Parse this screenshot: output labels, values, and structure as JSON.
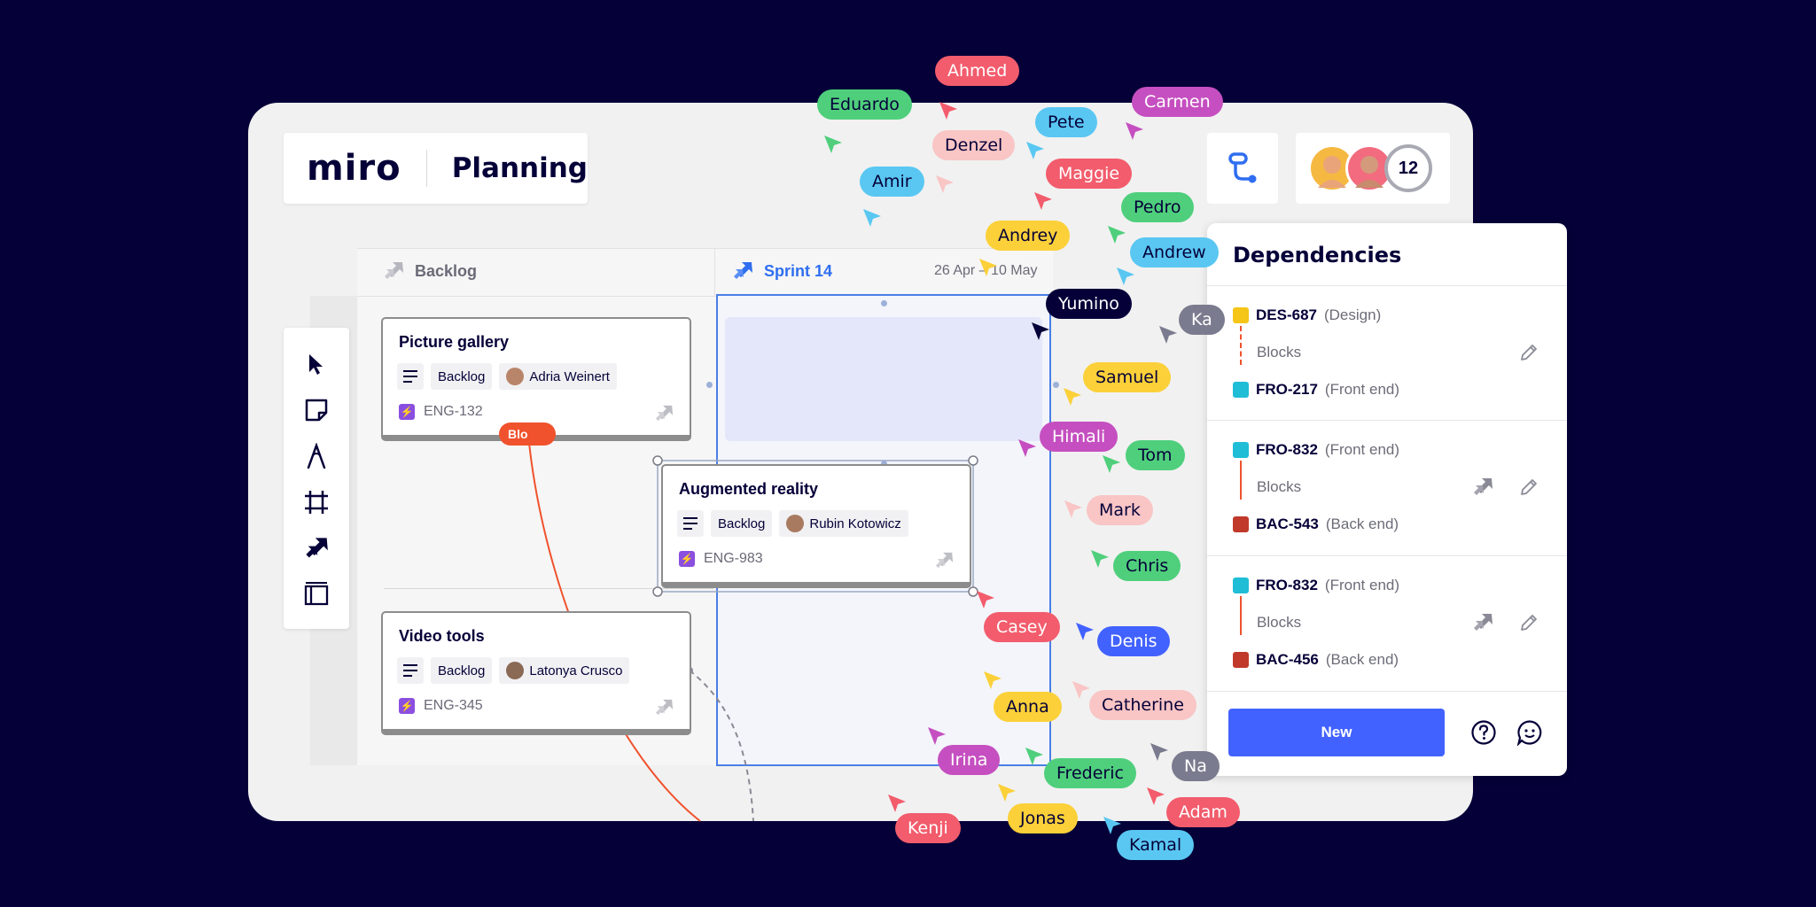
{
  "app": {
    "logo": "miro",
    "board_title": "Planning"
  },
  "columns": {
    "backlog": {
      "label": "Backlog"
    },
    "sprint": {
      "label": "Sprint 14",
      "dates": "26 Apr – 10 May"
    }
  },
  "cards": [
    {
      "title": "Picture gallery",
      "status": "Backlog",
      "assignee": "Adria Weinert",
      "key": "ENG-132"
    },
    {
      "title": "Augmented reality",
      "status": "Backlog",
      "assignee": "Rubin Kotowicz",
      "key": "ENG-983"
    },
    {
      "title": "Video tools",
      "status": "Backlog",
      "assignee": "Latonya Crusco",
      "key": "ENG-345"
    }
  ],
  "blocked_tag": "Blo",
  "collaborators": {
    "count": "12"
  },
  "dependencies": {
    "title": "Dependencies",
    "groups": [
      {
        "from_key": "DES-687",
        "from_team": "(Design)",
        "relation": "Blocks",
        "to_key": "FRO-217",
        "to_team": "(Front end)"
      },
      {
        "from_key": "FRO-832",
        "from_team": "(Front end)",
        "relation": "Blocks",
        "to_key": "BAC-543",
        "to_team": "(Back end)"
      },
      {
        "from_key": "FRO-832",
        "from_team": "(Front end)",
        "relation": "Blocks",
        "to_key": "BAC-456",
        "to_team": "(Back end)"
      }
    ],
    "new_button": "New"
  },
  "cursors": [
    {
      "name": "Ahmed",
      "color": "#f25c6c"
    },
    {
      "name": "Eduardo",
      "color": "#4fcf7c"
    },
    {
      "name": "Carmen",
      "color": "#c54fc0"
    },
    {
      "name": "Pete",
      "color": "#59c7f2"
    },
    {
      "name": "Denzel",
      "color": "#f9c5c5"
    },
    {
      "name": "Amir",
      "color": "#59c7f2"
    },
    {
      "name": "Maggie",
      "color": "#f25c6c"
    },
    {
      "name": "Pedro",
      "color": "#4fcf7c"
    },
    {
      "name": "Andrey",
      "color": "#fbd039"
    },
    {
      "name": "Andrew",
      "color": "#59c7f2"
    },
    {
      "name": "Yumino",
      "color": "#050038"
    },
    {
      "name": "Ka",
      "color": "#7b7b8f"
    },
    {
      "name": "Samuel",
      "color": "#fbd039"
    },
    {
      "name": "Himali",
      "color": "#c54fc0"
    },
    {
      "name": "Tom",
      "color": "#4fcf7c"
    },
    {
      "name": "Mark",
      "color": "#f9c5c5"
    },
    {
      "name": "Chris",
      "color": "#4fcf7c"
    },
    {
      "name": "Casey",
      "color": "#f25c6c"
    },
    {
      "name": "Denis",
      "color": "#4262ff"
    },
    {
      "name": "Anna",
      "color": "#fbd039"
    },
    {
      "name": "Catherine",
      "color": "#f9c5c5"
    },
    {
      "name": "Na",
      "color": "#7b7b8f"
    },
    {
      "name": "Irina",
      "color": "#c54fc0"
    },
    {
      "name": "Frederic",
      "color": "#4fcf7c"
    },
    {
      "name": "Adam",
      "color": "#f25c6c"
    },
    {
      "name": "Jonas",
      "color": "#fbd039"
    },
    {
      "name": "Kenji",
      "color": "#f25c6c"
    },
    {
      "name": "Kamal",
      "color": "#59c7f2"
    }
  ]
}
